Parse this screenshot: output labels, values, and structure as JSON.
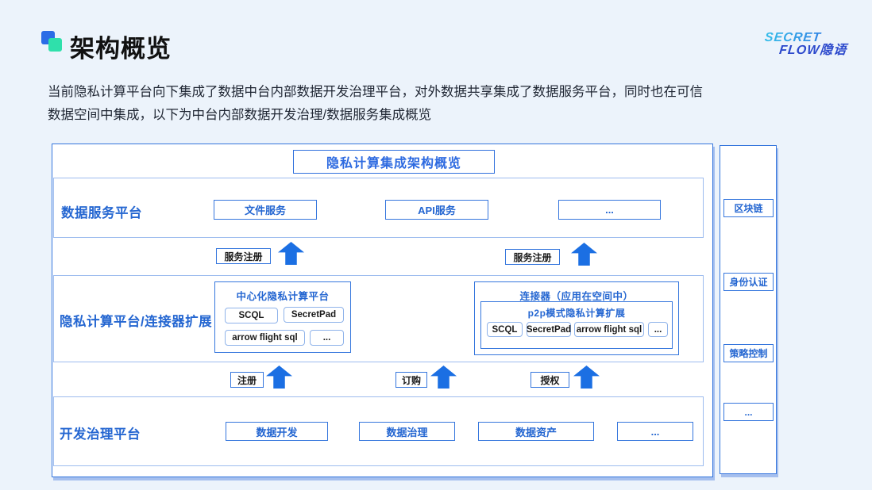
{
  "header": {
    "title": "架构概览",
    "logo_line1": "SECRET",
    "logo_line2": "FLOW隐语"
  },
  "intro": {
    "line1": "当前隐私计算平台向下集成了数据中台内部数据开发治理平台，对外数据共享集成了数据服务平台，同时也在可信",
    "line2": "数据空间中集成，以下为中台内部数据开发治理/数据服务集成概览"
  },
  "diagram": {
    "title": "隐私计算集成架构概览",
    "row_data_service": {
      "label": "数据服务平台",
      "items": [
        "文件服务",
        "API服务",
        "..."
      ]
    },
    "arrows_top": {
      "left_label": "服务注册",
      "right_label": "服务注册"
    },
    "row_privacy": {
      "label": "隐私计算平台/连接器扩展",
      "central": {
        "title": "中心化隐私计算平台",
        "chips": [
          "SCQL",
          "SecretPad",
          "arrow flight sql",
          "..."
        ]
      },
      "connector": {
        "title": "连接器（应用在空间中）",
        "inner_title": "p2p模式隐私计算扩展",
        "chips": [
          "SCQL",
          "SecretPad",
          "arrow flight sql",
          "..."
        ]
      }
    },
    "arrows_bottom": {
      "labels": [
        "注册",
        "订购",
        "授权"
      ]
    },
    "row_dev": {
      "label": "开发治理平台",
      "items": [
        "数据开发",
        "数据治理",
        "数据资产",
        "..."
      ]
    },
    "sidebar": {
      "items": [
        "区块链",
        "身份认证",
        "策略控制",
        "..."
      ]
    }
  },
  "colors": {
    "background": "#ecf3fb",
    "accent_blue": "#2d6ae0",
    "arrow_blue": "#1b6fe3",
    "border_blue": "#3576dd",
    "light_border_blue": "#9dbcee",
    "logo_blue": "#2b6ce6",
    "logo_teal": "#2fe0ab"
  }
}
